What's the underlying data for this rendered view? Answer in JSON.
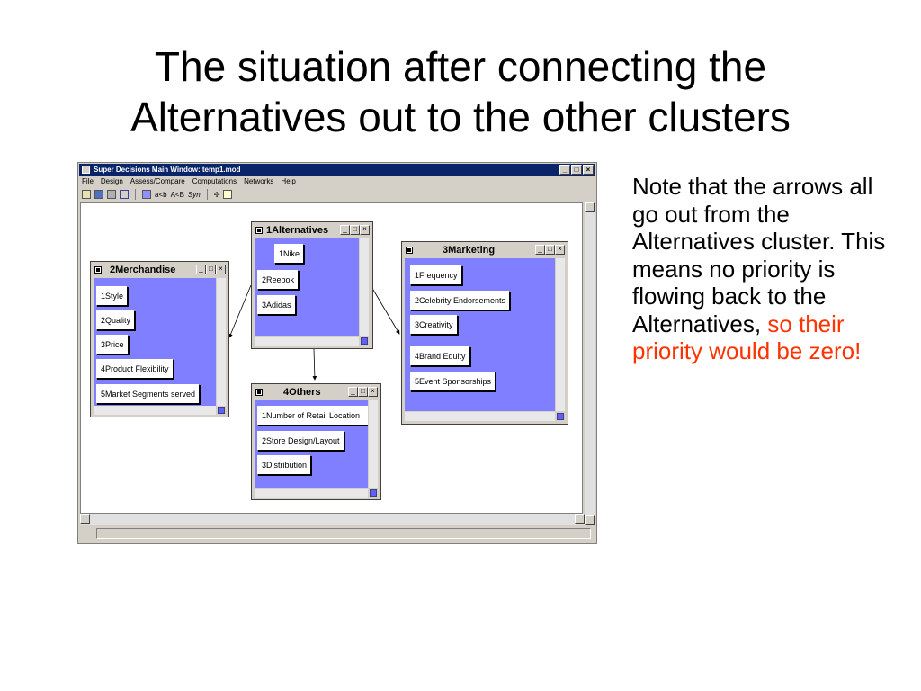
{
  "slide": {
    "title_line1": "The situation after connecting the",
    "title_line2": "Alternatives out to the other clusters",
    "note_black": "Note that the arrows all go out from the Alternatives cluster.  This means no priority is flowing back to the Alternatives,",
    "note_red": "so their priority would be zero!",
    "note_red_color": "#ff3300"
  },
  "window": {
    "title": "Super Decisions Main Window: temp1.mod",
    "controls": [
      "_",
      "□",
      "×"
    ],
    "menu": [
      "File",
      "Design",
      "Assess/Compare",
      "Computations",
      "Networks",
      "Help"
    ],
    "toolbar_text": [
      "a<b",
      "A<B",
      "Syn"
    ],
    "toolbar_icons": [
      "open-icon",
      "save-icon",
      "print-icon",
      "attach-icon",
      "cluster-tool-icon",
      "arrow-tool-icon",
      "help-icon"
    ]
  },
  "clusters": [
    {
      "title": "1Alternatives",
      "nodes": [
        "1Nike",
        "2Reebok",
        "3Adidas"
      ]
    },
    {
      "title": "2Merchandise",
      "nodes": [
        "1Style",
        "2Quality",
        "3Price",
        "4Product Flexibility",
        "5Market Segments served"
      ]
    },
    {
      "title": "3Marketing",
      "nodes": [
        "1Frequency",
        "2Celebrity Endorsements",
        "3Creativity",
        "4Brand Equity",
        "5Event Sponsorships"
      ]
    },
    {
      "title": "4Others",
      "nodes": [
        "1Number of Retail Location",
        "2Store Design/Layout",
        "3Distribution"
      ]
    }
  ],
  "colors": {
    "cluster_body": "#7f7fff",
    "titlebar": "#0a246a"
  }
}
